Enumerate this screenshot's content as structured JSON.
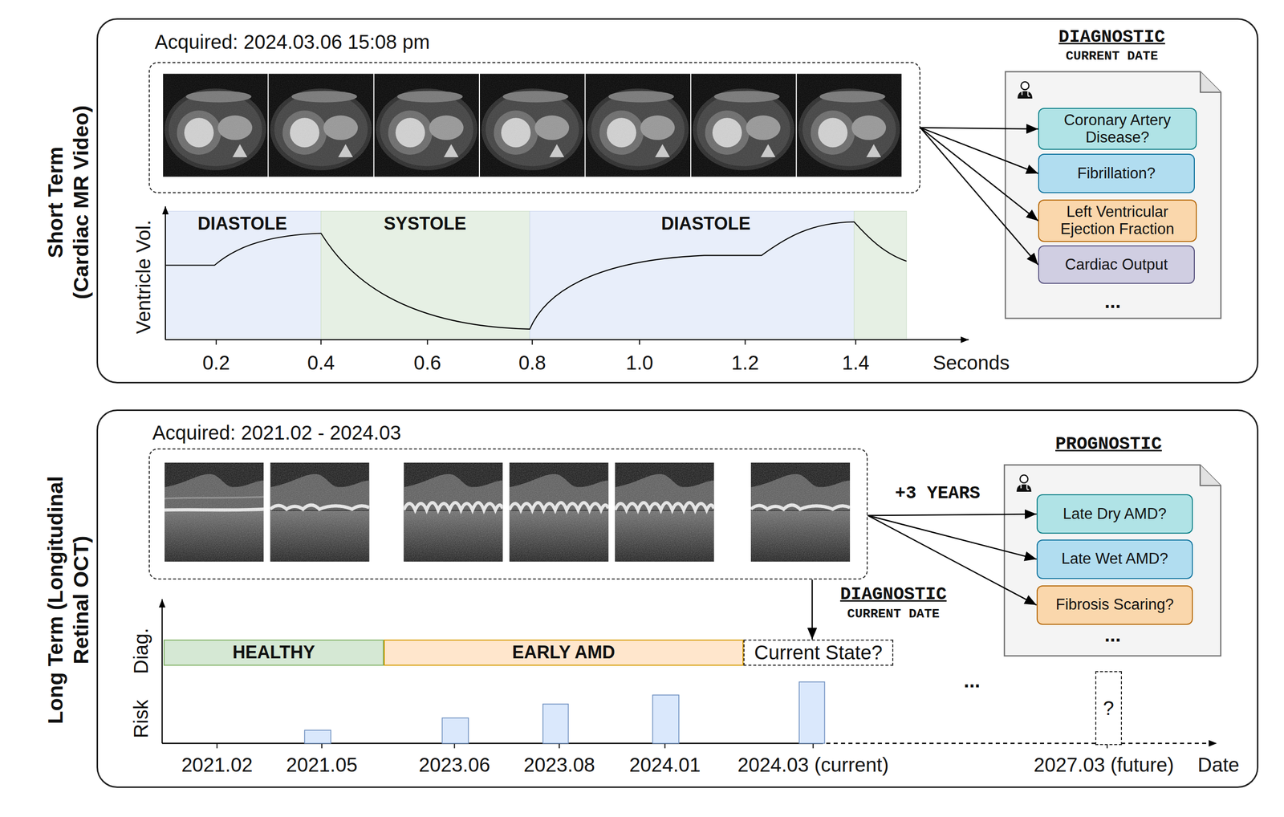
{
  "diagram": {
    "nodes": [
      {
        "text": [
          "Short Term (Cardiac MR Video)"
        ]
      },
      {
        "text": [
          "Acquired: 2024.03.06 15:08 pm"
        ],
        "in": 0
      },
      {
        "text": [
          "DIAGNOSTIC",
          "CURRENT DATE",
          "..."
        ],
        "in": 0
      },
      {
        "text": [
          "Coronary Artery Disease?"
        ],
        "in": 2
      },
      {
        "text": [
          "Fibrillation?"
        ],
        "in": 2
      },
      {
        "text": [
          "Left Ventricular Ejection Fraction"
        ],
        "in": 2
      },
      {
        "text": [
          "Cardiac Output"
        ],
        "in": 2
      },
      {
        "text": [
          "Long Term (Longitudinal Retinal OCT)"
        ]
      },
      {
        "text": [
          "Acquired: 2021.02 - 2024.03"
        ],
        "in": 7
      },
      {
        "text": [
          "PROGNOSTIC",
          "..."
        ],
        "in": 7
      },
      {
        "text": [
          "Late Dry AMD?"
        ],
        "in": 9
      },
      {
        "text": [
          "Late Wet AMD?"
        ],
        "in": 9
      },
      {
        "text": [
          "Fibrosis Scaring?"
        ],
        "in": 9
      },
      {
        "text": [
          "HEALTHY"
        ],
        "in": 7
      },
      {
        "text": [
          "EARLY AMD"
        ],
        "in": 7
      },
      {
        "text": [
          "Current State?"
        ],
        "in": 7
      },
      {
        "text": [
          "?"
        ],
        "in": 7
      }
    ],
    "edges": [
      {
        "from": 1,
        "to": 3,
        "arrow": "to"
      },
      {
        "from": 1,
        "to": 4,
        "arrow": "to"
      },
      {
        "from": 1,
        "to": 5,
        "arrow": "to"
      },
      {
        "from": 1,
        "to": 6,
        "arrow": "to"
      },
      {
        "from": 8,
        "to": 10,
        "arrow": "to",
        "label": "+3 YEARS"
      },
      {
        "from": 8,
        "to": 11,
        "arrow": "to"
      },
      {
        "from": 8,
        "to": 12,
        "arrow": "to"
      },
      {
        "from": 8,
        "to": 15,
        "arrow": "to"
      }
    ],
    "labels": [
      "Ventricle Vol.",
      "DIASTOLE",
      "SYSTOLE",
      "DIASTOLE",
      "0.2",
      "0.4",
      "0.6",
      "0.8",
      "1.0",
      "1.2",
      "1.4",
      "Seconds",
      "DIAGNOSTIC",
      "CURRENT DATE",
      "Diag.",
      "Risk",
      "...",
      "2021.02",
      "2021.05",
      "2023.06",
      "2023.08",
      "2024.01",
      "2024.03 (current)",
      "2027.03 (future)",
      "Date"
    ]
  }
}
